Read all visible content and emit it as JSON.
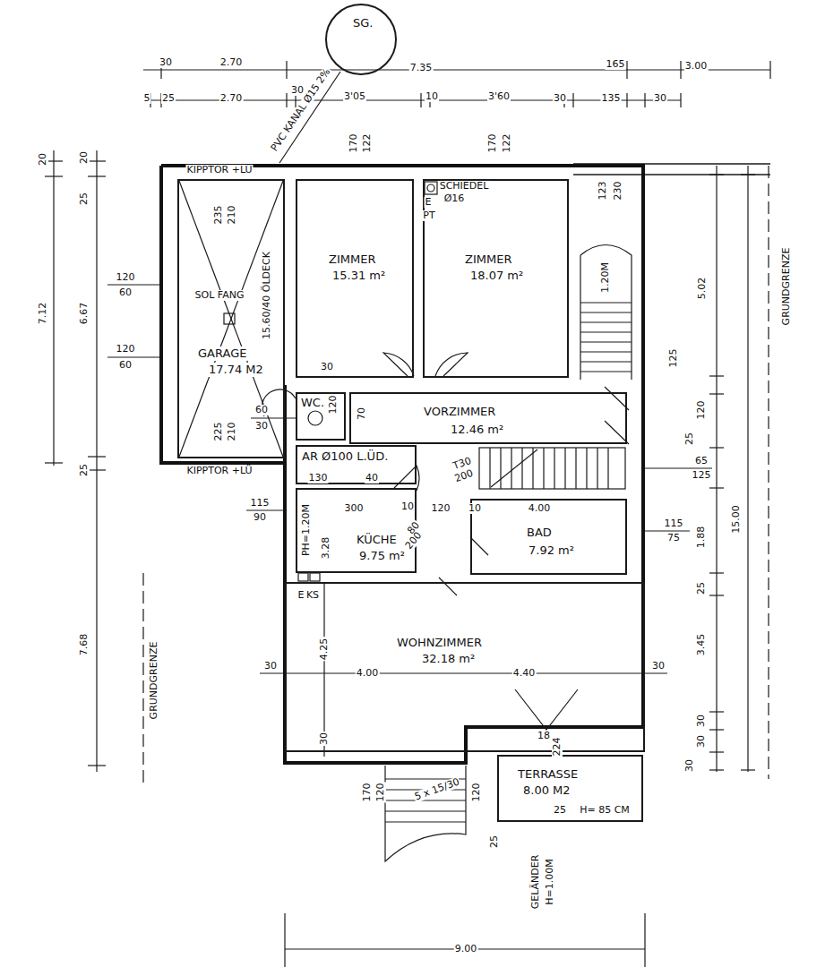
{
  "diagram": {
    "nodes": [
      {
        "text": [
          "SG."
        ]
      },
      {
        "text": [
          "GARAGE",
          "17.74 M2"
        ]
      },
      {
        "text": [
          "ZIMMER",
          "15.31 m²"
        ]
      },
      {
        "text": [
          "ZIMMER",
          "18.07 m²"
        ]
      },
      {
        "text": [
          "WC."
        ]
      },
      {
        "text": [
          "VORZIMMER",
          "12.46 m²"
        ]
      },
      {
        "text": [
          "AR Ø100 L.ÜD."
        ]
      },
      {
        "text": [
          "KÜCHE",
          "9.75 m²"
        ]
      },
      {
        "text": [
          "BAD",
          "7.92 m²"
        ]
      },
      {
        "text": [
          "WOHNZIMMER",
          "32.18 m²"
        ]
      },
      {
        "text": [
          "TERRASSE",
          "8.00 M2"
        ]
      }
    ],
    "labels": [
      "30",
      "2.70",
      "7.35",
      "165",
      "3.00",
      "5",
      "25",
      "2.70",
      "30",
      "3'05",
      "10",
      "3'60",
      "30",
      "135",
      "30",
      "PVC KANAL Ø15 2%",
      "170",
      "122",
      "170",
      "122",
      "KIPPTOR +LÜ",
      "SCHIEDEL",
      "Ø16",
      "E",
      "PT",
      "123",
      "230",
      "235",
      "210",
      "SOL FANG",
      "15.60/40 ÖLDECK",
      "120",
      "60",
      "120",
      "60",
      "225",
      "210",
      "KIPPTOR +LÜ",
      "20",
      "20",
      "25",
      "7.12",
      "6.67",
      "25",
      "7.68",
      "GRUNDGRENZE",
      "60",
      "30",
      "120",
      "70",
      "130",
      "40",
      "115",
      "90",
      "PH=1.20M",
      "300",
      "10",
      "120",
      "10",
      "4.00",
      "T30",
      "200",
      "80",
      "200",
      "3.28",
      "E",
      "KS",
      "30",
      "4.25",
      "4.00",
      "4.40",
      "30",
      "30",
      "18",
      "224",
      "170",
      "120",
      "5 x 15/30",
      "120",
      "25",
      "H= 85 CM",
      "25",
      "GELÄNDER",
      "H=1.00M",
      "9.00",
      "1.20M",
      "5.02",
      "125",
      "120",
      "25",
      "65",
      "125",
      "115",
      "75",
      "1.88",
      "25",
      "15.00",
      "3.45",
      "30",
      "30",
      "30",
      "GRUNDGRENZE",
      "30"
    ]
  }
}
